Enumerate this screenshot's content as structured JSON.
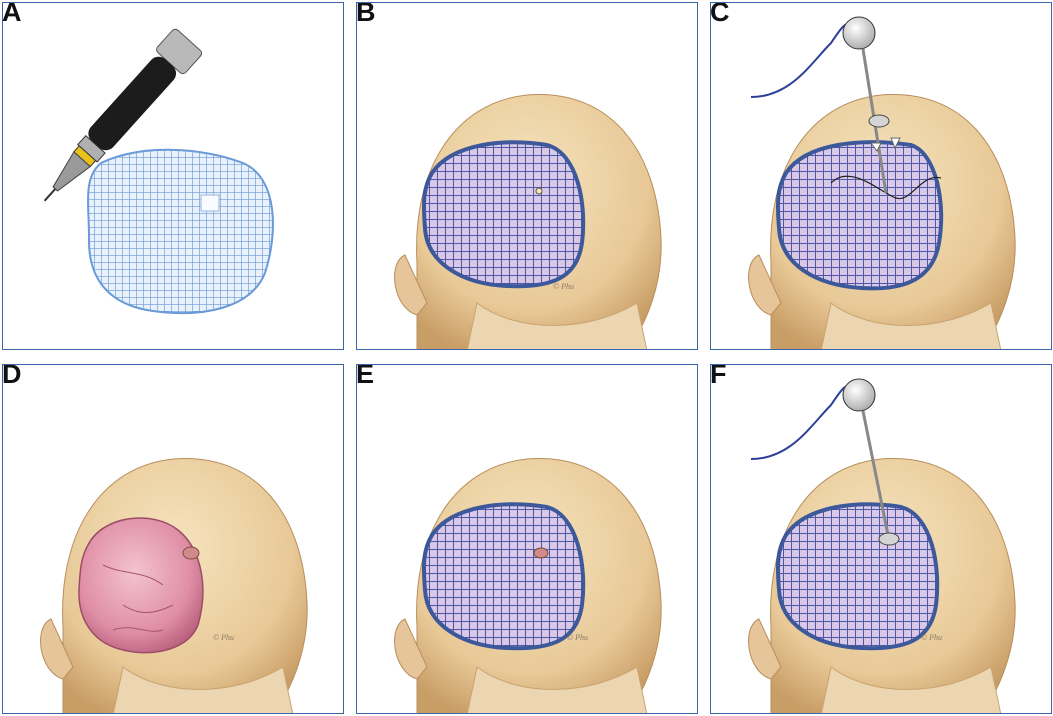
{
  "panels": [
    {
      "id": "A",
      "label": "A",
      "scene": "mesh-cutting",
      "copyright": ""
    },
    {
      "id": "B",
      "label": "B",
      "scene": "mesh-on-skull",
      "copyright": "© Phu"
    },
    {
      "id": "C",
      "label": "C",
      "scene": "mesh-suture-retractor",
      "copyright": ""
    },
    {
      "id": "D",
      "label": "D",
      "scene": "exposed-brain",
      "copyright": "© Phu"
    },
    {
      "id": "E",
      "label": "E",
      "scene": "mesh-on-skull",
      "copyright": "© Phu"
    },
    {
      "id": "F",
      "label": "F",
      "scene": "mesh-with-retractor",
      "copyright": "© Phu"
    }
  ],
  "colors": {
    "border": "#3d63a8",
    "skull": "#e9d0a4",
    "skull_shadow": "#c9a36f",
    "mesh_blue": "#2f4f9a",
    "mesh_fill": "#9b7ed0",
    "brain_pink": "#e59ab0",
    "light_mesh": "#6a9ad8"
  }
}
